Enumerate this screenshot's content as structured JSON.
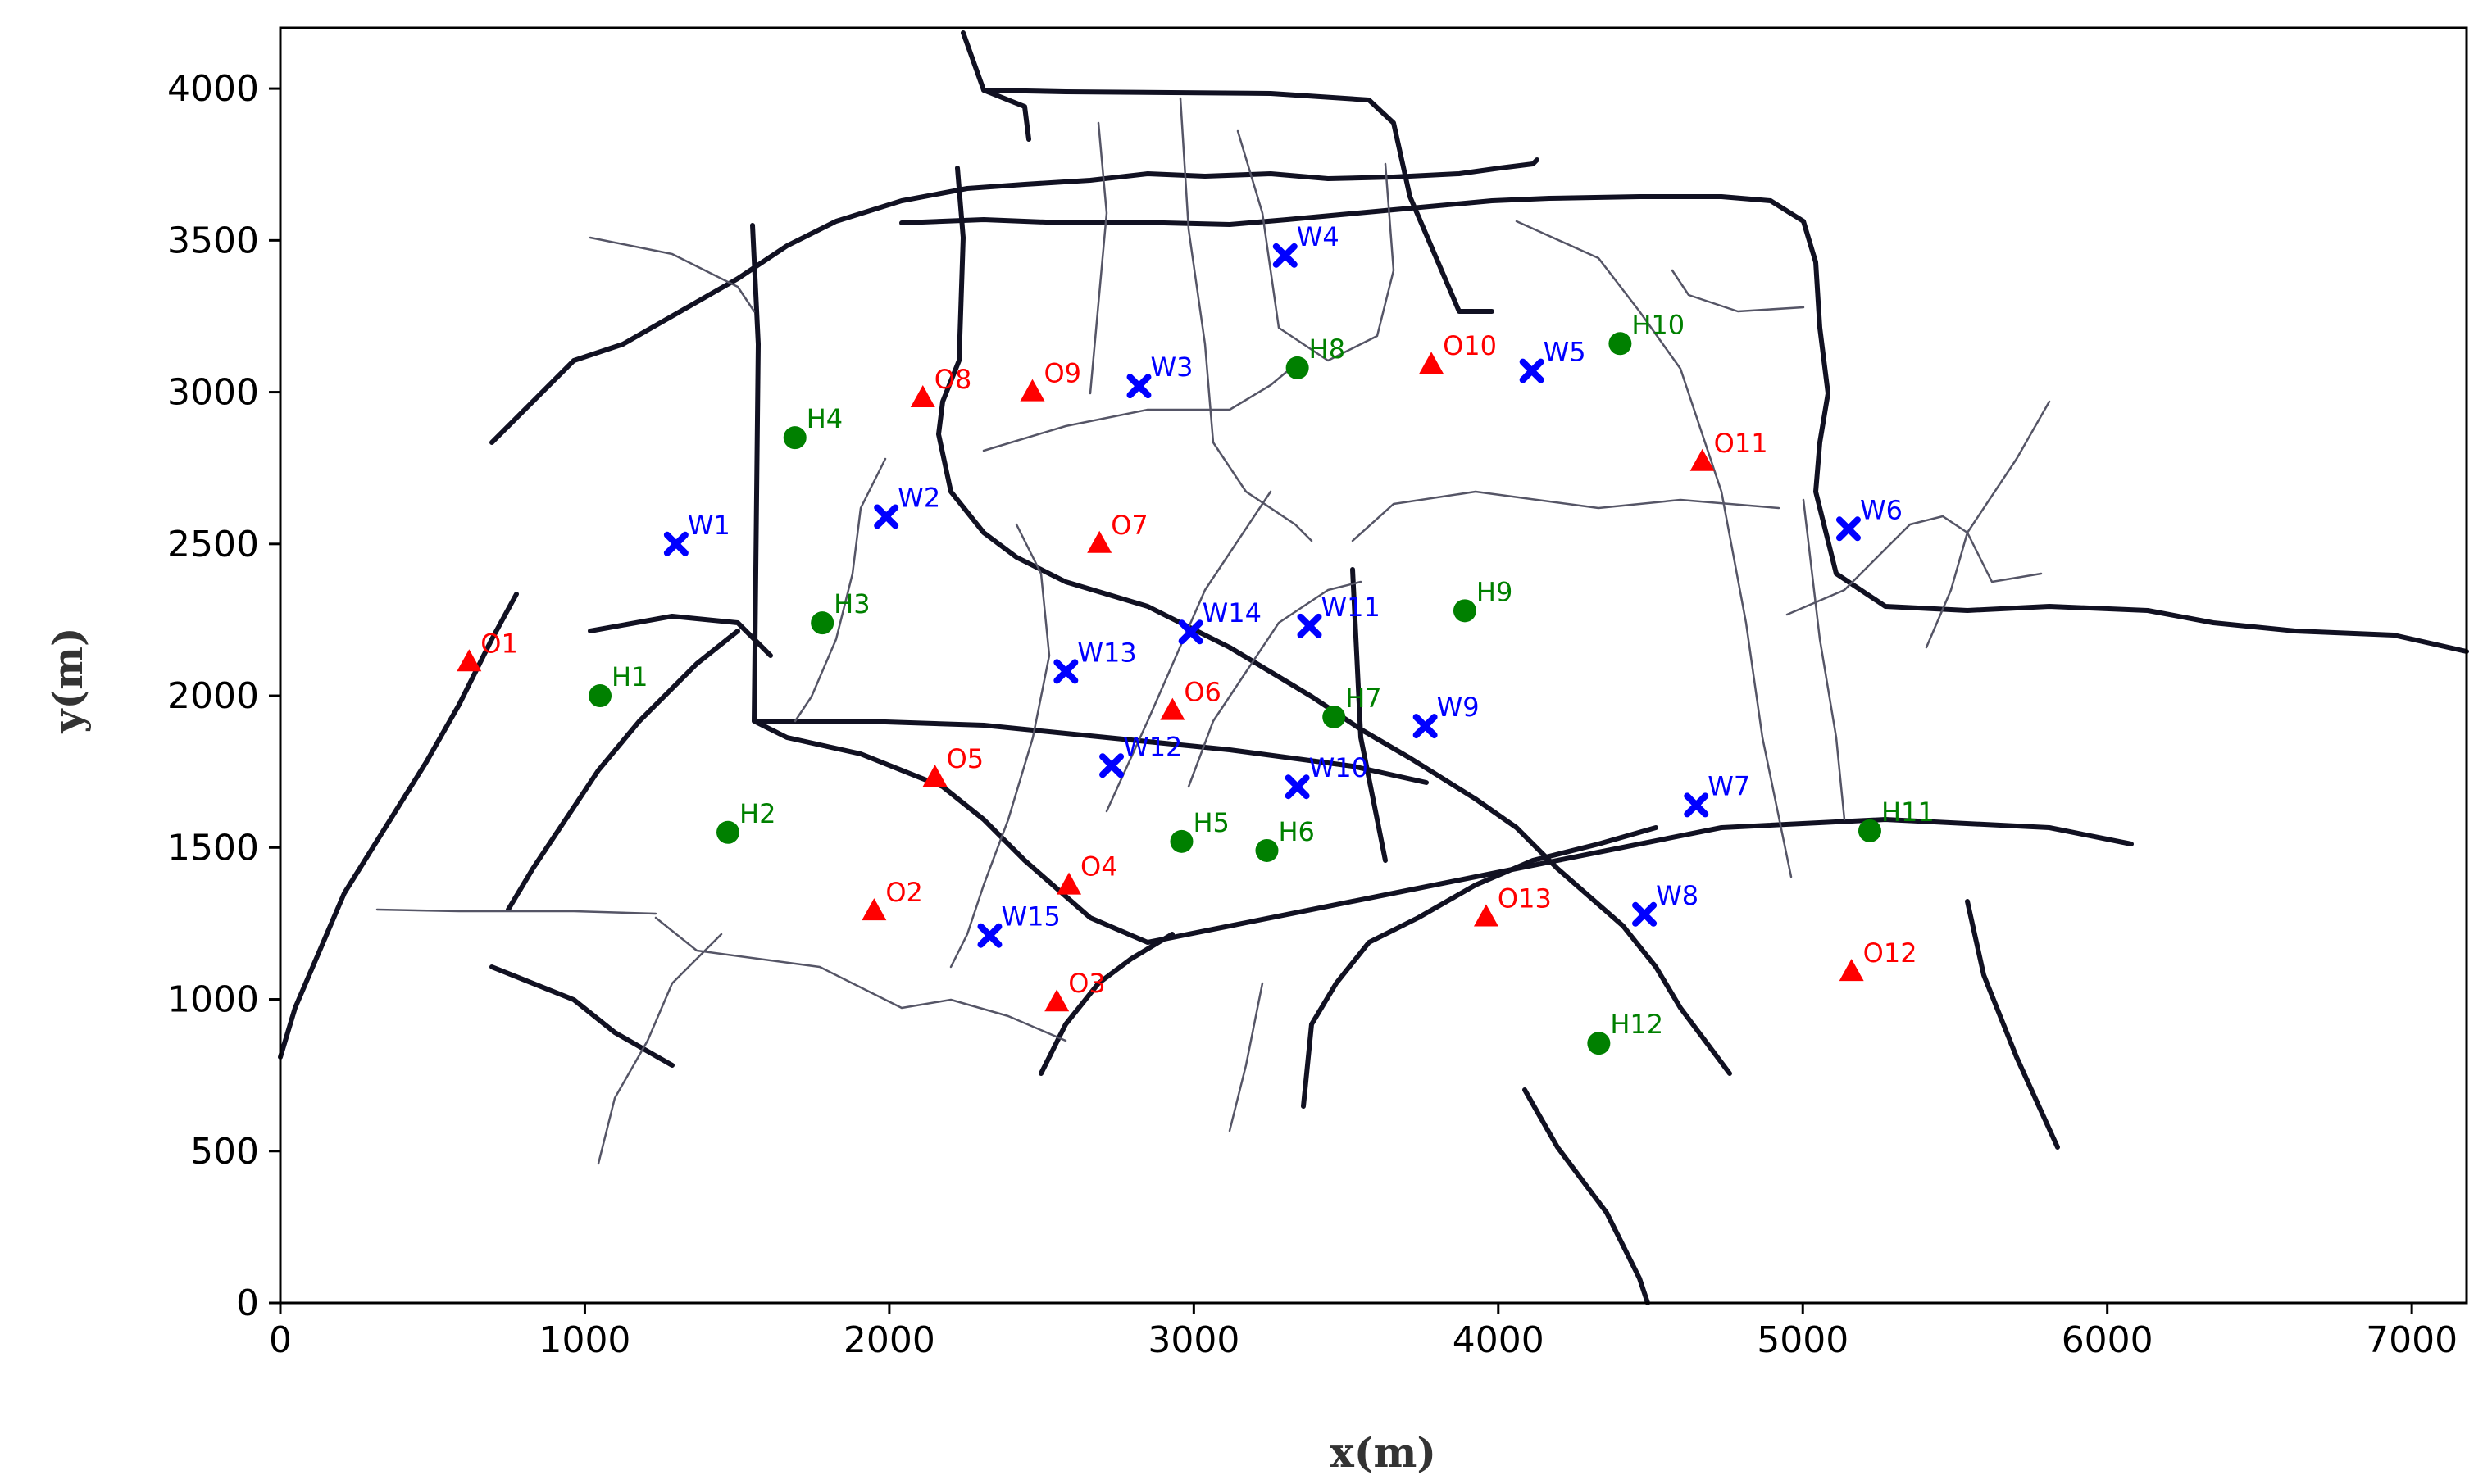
{
  "chart_data": {
    "type": "scatter",
    "xlabel": "x(m)",
    "ylabel": "y(m)",
    "xlim": [
      0,
      7180
    ],
    "ylim": [
      0,
      4200
    ],
    "x_ticks": [
      0,
      1000,
      2000,
      3000,
      4000,
      5000,
      6000,
      7000
    ],
    "y_ticks": [
      0,
      500,
      1000,
      1500,
      2000,
      2500,
      3000,
      3500,
      4000
    ],
    "grid": false,
    "colors": {
      "O": "#ff0000",
      "H": "#008000",
      "W": "#0000ff",
      "road": "#111122",
      "minor_road": "#555566"
    },
    "series": [
      {
        "marker": "triangle",
        "points": [
          {
            "label": "O1",
            "x": 620,
            "y": 2110
          },
          {
            "label": "O2",
            "x": 1950,
            "y": 1290
          },
          {
            "label": "O3",
            "x": 2550,
            "y": 990
          },
          {
            "label": "O4",
            "x": 2590,
            "y": 1375
          },
          {
            "label": "O5",
            "x": 2150,
            "y": 1730
          },
          {
            "label": "O6",
            "x": 2930,
            "y": 1950
          },
          {
            "label": "O7",
            "x": 2690,
            "y": 2500
          },
          {
            "label": "O8",
            "x": 2110,
            "y": 2980
          },
          {
            "label": "O9",
            "x": 2470,
            "y": 3000
          },
          {
            "label": "O10",
            "x": 3780,
            "y": 3090
          },
          {
            "label": "O11",
            "x": 4670,
            "y": 2770
          },
          {
            "label": "O12",
            "x": 5160,
            "y": 1090
          },
          {
            "label": "O13",
            "x": 3960,
            "y": 1270
          }
        ]
      },
      {
        "marker": "circle",
        "points": [
          {
            "label": "H1",
            "x": 1050,
            "y": 2000
          },
          {
            "label": "H2",
            "x": 1470,
            "y": 1550
          },
          {
            "label": "H3",
            "x": 1780,
            "y": 2240
          },
          {
            "label": "H4",
            "x": 1690,
            "y": 2850
          },
          {
            "label": "H5",
            "x": 2960,
            "y": 1520
          },
          {
            "label": "H6",
            "x": 3240,
            "y": 1490
          },
          {
            "label": "H7",
            "x": 3460,
            "y": 1930
          },
          {
            "label": "H8",
            "x": 3340,
            "y": 3080
          },
          {
            "label": "H9",
            "x": 3890,
            "y": 2280
          },
          {
            "label": "H10",
            "x": 4400,
            "y": 3160
          },
          {
            "label": "H11",
            "x": 5220,
            "y": 1555
          },
          {
            "label": "H12",
            "x": 4330,
            "y": 855
          }
        ]
      },
      {
        "marker": "x",
        "points": [
          {
            "label": "W1",
            "x": 1300,
            "y": 2500
          },
          {
            "label": "W2",
            "x": 1990,
            "y": 2590
          },
          {
            "label": "W3",
            "x": 2820,
            "y": 3020
          },
          {
            "label": "W4",
            "x": 3300,
            "y": 3450
          },
          {
            "label": "W5",
            "x": 4110,
            "y": 3070
          },
          {
            "label": "W6",
            "x": 5150,
            "y": 2550
          },
          {
            "label": "W7",
            "x": 4650,
            "y": 1640
          },
          {
            "label": "W8",
            "x": 4480,
            "y": 1280
          },
          {
            "label": "W9",
            "x": 3760,
            "y": 1900
          },
          {
            "label": "W10",
            "x": 3340,
            "y": 1700
          },
          {
            "label": "W11",
            "x": 3380,
            "y": 2230
          },
          {
            "label": "W12",
            "x": 2730,
            "y": 1770
          },
          {
            "label": "W13",
            "x": 2580,
            "y": 2080
          },
          {
            "label": "W14",
            "x": 2990,
            "y": 2210
          },
          {
            "label": "W15",
            "x": 2330,
            "y": 1210
          }
        ]
      }
    ]
  }
}
